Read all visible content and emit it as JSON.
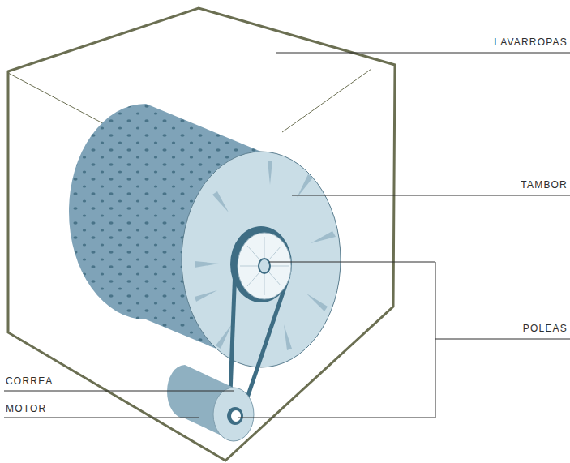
{
  "diagram": {
    "labels": [
      "LAVARROPAS",
      "TAMBOR",
      "POLEAS",
      "CORREA",
      "MOTOR"
    ]
  }
}
